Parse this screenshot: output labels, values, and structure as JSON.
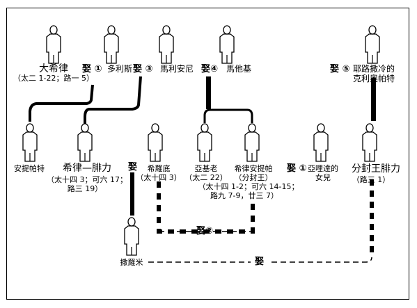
{
  "people": {
    "herod_great": {
      "name": "大希律",
      "ref": "（太二 1-22；路一 5）"
    },
    "doris": {
      "name": "多利斯"
    },
    "mariamne2": {
      "name": "馬利安尼"
    },
    "malthace": {
      "name": "馬他基"
    },
    "cleopatra_jerusalem": {
      "name": "耶路撒冷的",
      "name2": "克利奧帕特"
    },
    "antipater": {
      "name": "安提帕特"
    },
    "herod_philip1": {
      "name": "希律—腓力",
      "ref": "（太十四 3；可六 17；",
      "ref2": "路三 19）"
    },
    "herodias": {
      "name": "希羅底",
      "ref": "（太十四 3）"
    },
    "archelaus": {
      "name": "亞基老",
      "ref": "（太二 22）"
    },
    "herod_antipas": {
      "name": "希律安提帕",
      "ref": "（分封王）",
      "ref2": "（太十四 1-2；可六 14-15；",
      "ref3": "路九 7-9，廿三 7）"
    },
    "aretas_daughter": {
      "name": "亞哩達的",
      "name2": "女兒"
    },
    "philip_tetrarch": {
      "name": "分封王腓力",
      "ref": "（路三 1）"
    },
    "salome": {
      "name": "撒羅米"
    }
  },
  "marriages": {
    "m1": {
      "word": "娶",
      "num": "①"
    },
    "m3": {
      "word": "娶",
      "num": "③"
    },
    "m4": {
      "word": "娶",
      "num": "④"
    },
    "m5": {
      "word": "娶",
      "num": "⑤"
    },
    "antipas_m1": {
      "word": "娶",
      "num": "①"
    },
    "antipas_m2": {
      "word": "娶",
      "num": "②"
    },
    "philip_herodias": {
      "word": "娶"
    },
    "philip_salome": {
      "word": "娶"
    }
  },
  "colors": {
    "line": "#000000",
    "figure_stroke": "#000000",
    "figure_fill": "#ffffff"
  }
}
